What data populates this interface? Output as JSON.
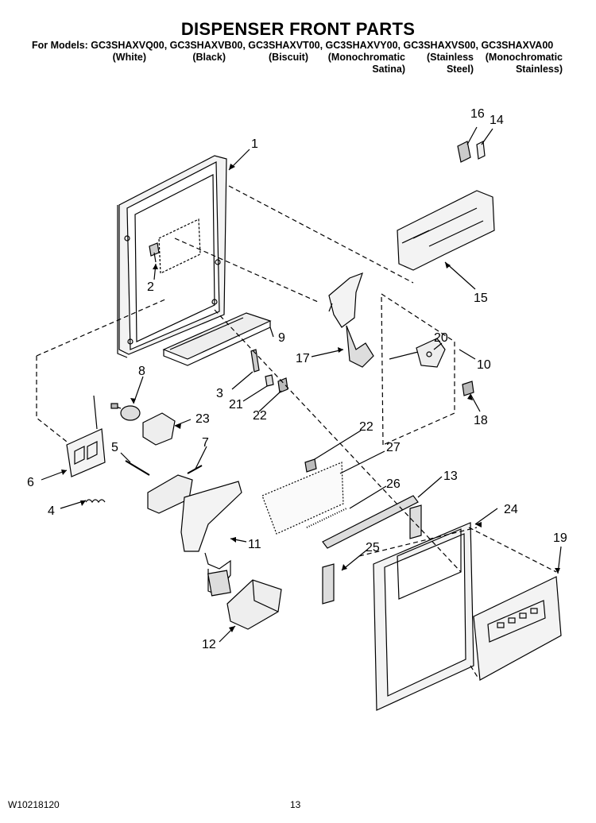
{
  "header": {
    "title": "DISPENSER FRONT PARTS",
    "models_line": "For Models: GC3SHAXVQ00, GC3SHAXVB00, GC3SHAXVT00, GC3SHAXVY00, GC3SHAXVS00, GC3SHAXVA00",
    "colors": [
      {
        "line1": "(White)",
        "line2": ""
      },
      {
        "line1": "(Black)",
        "line2": ""
      },
      {
        "line1": "(Biscuit)",
        "line2": ""
      },
      {
        "line1": "(Monochromatic",
        "line2": "Satina)"
      },
      {
        "line1": "(Stainless",
        "line2": "Steel)"
      },
      {
        "line1": "(Monochromatic",
        "line2": "Stainless)"
      }
    ]
  },
  "part_labels": [
    "1",
    "2",
    "3",
    "4",
    "5",
    "6",
    "7",
    "8",
    "9",
    "10",
    "11",
    "12",
    "13",
    "14",
    "15",
    "16",
    "17",
    "18",
    "19",
    "20",
    "21",
    "22",
    "22",
    "23",
    "24",
    "25",
    "26",
    "27"
  ],
  "footer": {
    "doc_id": "W10218120",
    "page_number": "13"
  }
}
